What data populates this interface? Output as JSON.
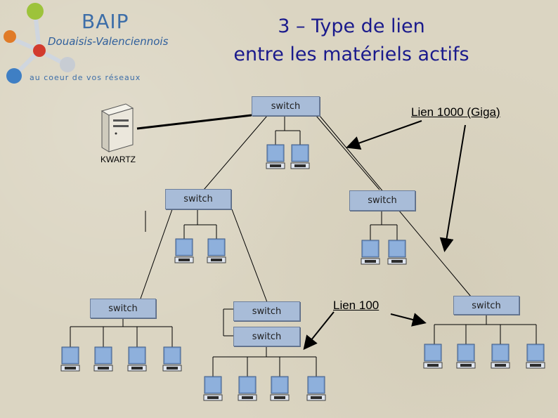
{
  "logo": {
    "title": "BAIP",
    "subtitle": "Douaisis-Valenciennois",
    "tagline": "au coeur de vos réseaux"
  },
  "slide": {
    "title_line1": "3 – Type de lien",
    "title_line2": "entre les matériels actifs"
  },
  "labels": {
    "gigabit": "Lien 1000 (Giga)",
    "fast": "Lien 100",
    "server": "KWARTZ"
  },
  "switches": {
    "top": "switch",
    "mid_left": "switch",
    "mid_right": "switch",
    "bottom_left": "switch",
    "bottom_center_upper": "switch",
    "bottom_center_lower": "switch",
    "bottom_right": "switch"
  },
  "colors": {
    "title": "#1a1a8c",
    "switch_fill": "#a8bcd8",
    "computer_fill": "#7fa3d3",
    "background": "#dbd5c2",
    "logo_blue": "#3d6ea8"
  }
}
